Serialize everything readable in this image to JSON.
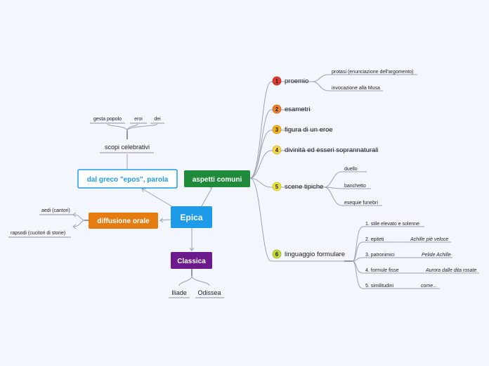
{
  "colors": {
    "background": "#f3f6fd",
    "center": "#1d9be8",
    "aspetti": "#1f8a3a",
    "diffusione": "#e57c12",
    "classica": "#6b1b8c",
    "greco_border": "#1d9be8",
    "badge1": "#e03b2f",
    "badge2": "#ef7f2a",
    "badge3": "#f4b324",
    "badge4": "#f7d64a",
    "badge5": "#e9e23a",
    "badge6": "#c5d93a"
  },
  "center": {
    "label": "Epica"
  },
  "aspetti": {
    "label": "aspetti comuni",
    "items": [
      {
        "num": "1",
        "label": "proemio",
        "children": [
          "protasi (enunciazione dell'argomento)",
          "invocazione alla Musa"
        ]
      },
      {
        "num": "2",
        "label": "esametri"
      },
      {
        "num": "3",
        "label": "figura di un eroe"
      },
      {
        "num": "4",
        "label": "divinità ed esseri soprannaturali"
      },
      {
        "num": "5",
        "label": "scene tipiche",
        "children": [
          "duello",
          "banchetto",
          "esequie funebri"
        ]
      },
      {
        "num": "6",
        "label": "linguaggio formulare",
        "children": [
          {
            "label": "1.  stile elevato e solenne",
            "example": ""
          },
          {
            "label": "2.  epiteti",
            "example": "Achille piè veloce"
          },
          {
            "label": "3.  patronimici",
            "example": "Pelide Achille"
          },
          {
            "label": "4.  formule fisse",
            "example": "Aurora dalle dita rosate"
          },
          {
            "label": "5.  similitudini",
            "example": "come..."
          }
        ]
      }
    ]
  },
  "greco": {
    "label": "dal greco \"epos\", parola",
    "scopi": {
      "label": "scopi celebrativi",
      "children": [
        "gesta popolo",
        "eroi",
        "dei"
      ]
    }
  },
  "diffusione": {
    "label": "diffusione orale",
    "children": [
      "aedi (cantori)",
      "rapsodi (cucitori di storie)"
    ]
  },
  "classica": {
    "label": "Classica",
    "children": [
      "Iliade",
      "Odissea"
    ]
  }
}
